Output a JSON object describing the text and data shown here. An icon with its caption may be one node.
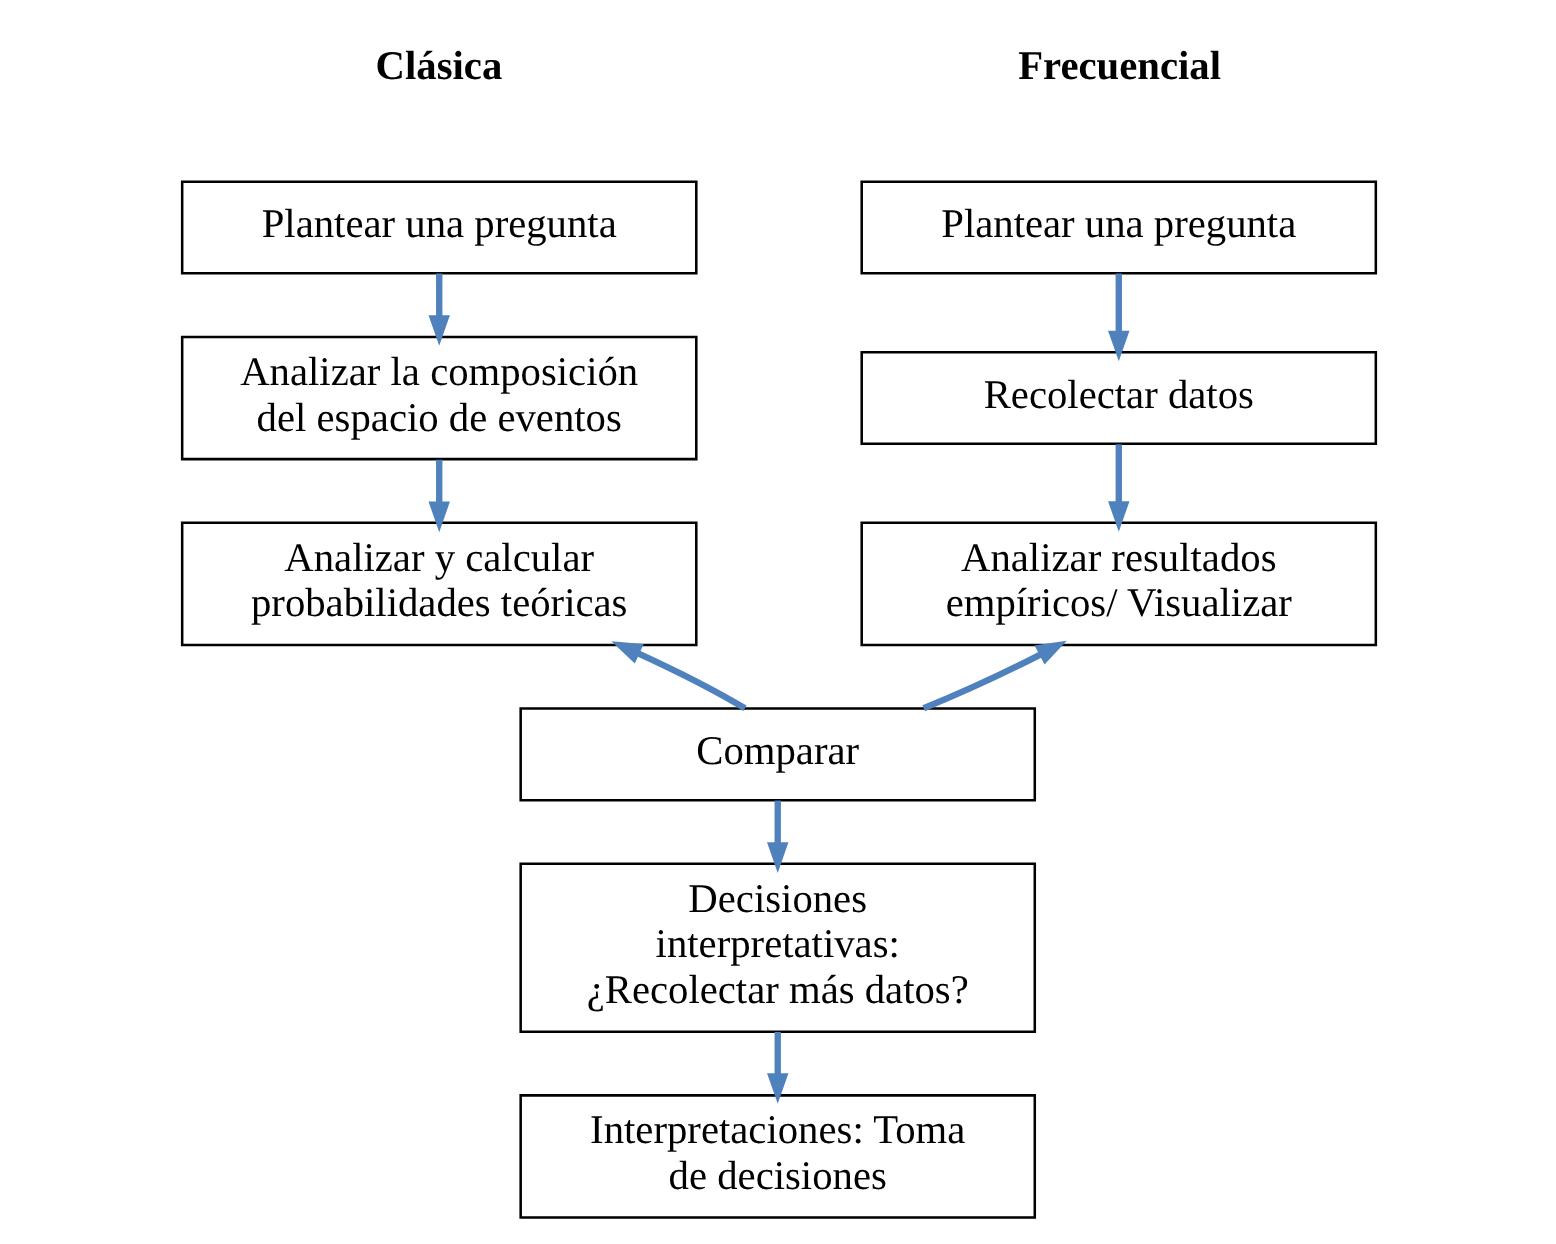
{
  "diagram": {
    "nodes": [
      {
        "text": [
          "Plantear una pregunta"
        ]
      },
      {
        "text": [
          "Recolectar datos"
        ]
      },
      {
        "text": [
          "Analizar resultados empíricos/ Visualizar"
        ]
      },
      {
        "text": [
          "Plantear una pregunta"
        ]
      },
      {
        "text": [
          "Analizar la composición del espacio de eventos"
        ]
      },
      {
        "text": [
          "Analizar y calcular probabilidades teóricas"
        ]
      },
      {
        "text": [
          "Comparar"
        ]
      },
      {
        "text": [
          "Decisiones interpretativas: ¿Recolectar más datos?"
        ]
      },
      {
        "text": [
          "Interpretaciones: Toma de decisiones"
        ]
      }
    ],
    "edges": [
      {
        "from": 0,
        "to": 1,
        "arrow": "to"
      },
      {
        "from": 1,
        "to": 2,
        "arrow": "to"
      },
      {
        "from": 3,
        "to": 4,
        "arrow": "to"
      },
      {
        "from": 4,
        "to": 5,
        "arrow": "to"
      },
      {
        "from": 6,
        "to": 2,
        "arrow": "to"
      },
      {
        "from": 6,
        "to": 5,
        "arrow": "to"
      },
      {
        "from": 6,
        "to": 7,
        "arrow": "to"
      },
      {
        "from": 7,
        "to": 8,
        "arrow": "to"
      }
    ],
    "labels": [
      "Frecuencial",
      "Clásica"
    ]
  }
}
